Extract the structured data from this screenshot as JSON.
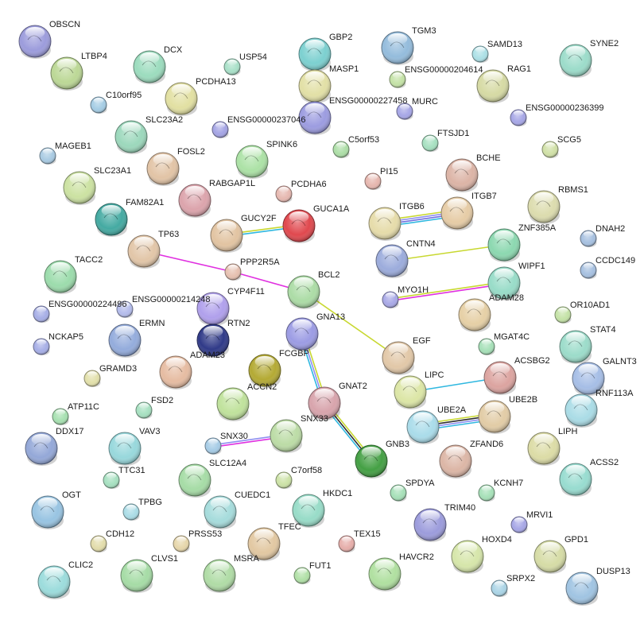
{
  "title": "Protein interaction network",
  "edge_colors": {
    "coexpression": "#c8d830",
    "database": "#30b8e0",
    "experiments": "#e030e0",
    "textmining": "#9090f0",
    "homology": "#303030"
  },
  "nodes": [
    {
      "label": "OBSCN",
      "color": "#9c9cdc"
    },
    {
      "label": "LTBP4",
      "color": "#bcd896"
    },
    {
      "label": "DCX",
      "color": "#9cdcbe"
    },
    {
      "label": "USP54",
      "color": "#a8e0c8"
    },
    {
      "label": "PCDHA13",
      "color": "#e2e0a2"
    },
    {
      "label": "C10orf95",
      "color": "#a4cce4"
    },
    {
      "label": "SLC23A2",
      "color": "#9cd8bc"
    },
    {
      "label": "ENSG00000237046",
      "color": "#a4a4e4"
    },
    {
      "label": "MAGEB1",
      "color": "#a8cae2"
    },
    {
      "label": "FOSL2",
      "color": "#e2c4a6"
    },
    {
      "label": "SPINK6",
      "color": "#ace2a6"
    },
    {
      "label": "SLC23A1",
      "color": "#cce2a2"
    },
    {
      "label": "RABGAP1L",
      "color": "#dca4ac"
    },
    {
      "label": "PCDHA6",
      "color": "#e6b8b0"
    },
    {
      "label": "FAM82A1",
      "color": "#44aaa2"
    },
    {
      "label": "GUCY2F",
      "color": "#e2c4a2"
    },
    {
      "label": "GUCA1A",
      "color": "#e0484e"
    },
    {
      "label": "TP63",
      "color": "#e2c6a8"
    },
    {
      "label": "PPP2R5A",
      "color": "#e6c0b0"
    },
    {
      "label": "TACC2",
      "color": "#9cdcac"
    },
    {
      "label": "BCL2",
      "color": "#acdca6"
    },
    {
      "label": "CYP4F11",
      "color": "#b0a0ec"
    },
    {
      "label": "ENSG00000224496",
      "color": "#a6aee6"
    },
    {
      "label": "ENSG00000214248",
      "color": "#b4bcec"
    },
    {
      "label": "ERMN",
      "color": "#94acdc"
    },
    {
      "label": "RTN2",
      "color": "#303a88"
    },
    {
      "label": "NCKAP5",
      "color": "#a6aee6"
    },
    {
      "label": "GNA13",
      "color": "#9c9ce4"
    },
    {
      "label": "ADAM23",
      "color": "#e6bca2"
    },
    {
      "label": "FCGBP",
      "color": "#b4aa34"
    },
    {
      "label": "ACCN2",
      "color": "#c0e29c"
    },
    {
      "label": "GBP2",
      "color": "#7cd0d0"
    },
    {
      "label": "MASP1",
      "color": "#e2e0a6"
    },
    {
      "label": "ENSG00000227458",
      "color": "#9c9ce0"
    },
    {
      "label": "TGM3",
      "color": "#94bcdc"
    },
    {
      "label": "SAMD13",
      "color": "#ace0e6"
    },
    {
      "label": "SYNE2",
      "color": "#9cdcca"
    },
    {
      "label": "ENSG00000204614",
      "color": "#c4e2a6"
    },
    {
      "label": "RAG1",
      "color": "#d6daa4"
    },
    {
      "label": "MURC",
      "color": "#a6a6e6"
    },
    {
      "label": "ENSG00000236399",
      "color": "#a6a6e6"
    },
    {
      "label": "C5orf53",
      "color": "#acdea6"
    },
    {
      "label": "FTSJD1",
      "color": "#a6e0c0"
    },
    {
      "label": "SCG5",
      "color": "#d0e0a6"
    },
    {
      "label": "BCHE",
      "color": "#dcb4a6"
    },
    {
      "label": "PI15",
      "color": "#e6b6ae"
    },
    {
      "label": "ITGB6",
      "color": "#e6dcaa"
    },
    {
      "label": "ITGB7",
      "color": "#e6cca6"
    },
    {
      "label": "RBMS1",
      "color": "#dcdcae"
    },
    {
      "label": "ZNF385A",
      "color": "#8cd8b0"
    },
    {
      "label": "DNAH2",
      "color": "#a6c0e0"
    },
    {
      "label": "CNTN4",
      "color": "#9cacdc"
    },
    {
      "label": "CCDC149",
      "color": "#a6c0e0"
    },
    {
      "label": "WIPF1",
      "color": "#98dcc8"
    },
    {
      "label": "MYO1H",
      "color": "#a8a8e6"
    },
    {
      "label": "ADAM28",
      "color": "#e6d0a6"
    },
    {
      "label": "OR10AD1",
      "color": "#c4e2a6"
    },
    {
      "label": "EGF",
      "color": "#e2c8a8"
    },
    {
      "label": "MGAT4C",
      "color": "#a6e0b8"
    },
    {
      "label": "STAT4",
      "color": "#9cdcca"
    },
    {
      "label": "ACSBG2",
      "color": "#dca4a0"
    },
    {
      "label": "GALNT3",
      "color": "#a6bee6"
    },
    {
      "label": "LIPC",
      "color": "#dce6a6"
    },
    {
      "label": "GNAT2",
      "color": "#d8a4ac"
    },
    {
      "label": "RNF113A",
      "color": "#aadce6"
    },
    {
      "label": "UBE2B",
      "color": "#e2cca6"
    },
    {
      "label": "UBE2A",
      "color": "#aadcea"
    },
    {
      "label": "SNX33",
      "color": "#bcdca6"
    },
    {
      "label": "GNB3",
      "color": "#44a044"
    },
    {
      "label": "ZFAND6",
      "color": "#dcb6a6"
    },
    {
      "label": "LIPH",
      "color": "#dcdca6"
    },
    {
      "label": "SPDYA",
      "color": "#a6e0b8"
    },
    {
      "label": "KCNH7",
      "color": "#a6e0b8"
    },
    {
      "label": "ACSS2",
      "color": "#98dcd0"
    },
    {
      "label": "HKDC1",
      "color": "#98dcc8"
    },
    {
      "label": "TRIM40",
      "color": "#9c9cdc"
    },
    {
      "label": "MRVI1",
      "color": "#a6a6e6"
    },
    {
      "label": "TEX15",
      "color": "#e6aeaa"
    },
    {
      "label": "HOXD4",
      "color": "#d6e6aa"
    },
    {
      "label": "GPD1",
      "color": "#d6dca6"
    },
    {
      "label": "HAVCR2",
      "color": "#b0e0a0"
    },
    {
      "label": "SRPX2",
      "color": "#aad4e6"
    },
    {
      "label": "DUSP13",
      "color": "#a0c4e2"
    },
    {
      "label": "FUT1",
      "color": "#b0e0a6"
    },
    {
      "label": "GRAMD3",
      "color": "#e2e0aa"
    },
    {
      "label": "FSD2",
      "color": "#a6e0c0"
    },
    {
      "label": "ATP11C",
      "color": "#a6e0b0"
    },
    {
      "label": "DDX17",
      "color": "#94a8d8"
    },
    {
      "label": "VAV3",
      "color": "#98d8dc"
    },
    {
      "label": "SNX30",
      "color": "#a6cce6"
    },
    {
      "label": "SLC12A4",
      "color": "#a6dca6"
    },
    {
      "label": "TTC31",
      "color": "#a6e0c0"
    },
    {
      "label": "C7orf58",
      "color": "#cce2a6"
    },
    {
      "label": "OGT",
      "color": "#98c4e2"
    },
    {
      "label": "TPBG",
      "color": "#aadce6"
    },
    {
      "label": "CUEDC1",
      "color": "#a6dcdc"
    },
    {
      "label": "CDH12",
      "color": "#e2dcaa"
    },
    {
      "label": "PRSS53",
      "color": "#e6d6aa"
    },
    {
      "label": "TFEC",
      "color": "#e2c8a2"
    },
    {
      "label": "CLVS1",
      "color": "#a6dca6"
    },
    {
      "label": "MSRA",
      "color": "#b0dca6"
    },
    {
      "label": "CLIC2",
      "color": "#9cdcdc"
    }
  ],
  "edges": [
    {
      "from": "GUCY2F",
      "to": "GUCA1A",
      "colors": [
        "#c8d830",
        "#30b8e0"
      ]
    },
    {
      "from": "TP63",
      "to": "PPP2R5A",
      "colors": [
        "#e030e0"
      ]
    },
    {
      "from": "PPP2R5A",
      "to": "BCL2",
      "colors": [
        "#e030e0"
      ]
    },
    {
      "from": "BCL2",
      "to": "EGF",
      "colors": [
        "#c8d830"
      ]
    },
    {
      "from": "ITGB6",
      "to": "ITGB7",
      "colors": [
        "#c8d830",
        "#9090f0",
        "#7070e0",
        "#30b8e0"
      ]
    },
    {
      "from": "CNTN4",
      "to": "ZNF385A",
      "colors": [
        "#c8d830"
      ]
    },
    {
      "from": "MYO1H",
      "to": "WIPF1",
      "colors": [
        "#c8d830",
        "#e030e0"
      ]
    },
    {
      "from": "GNA13",
      "to": "GNAT2",
      "colors": [
        "#c8d830",
        "#9090f0",
        "#30b8e0"
      ]
    },
    {
      "from": "GNAT2",
      "to": "GNB3",
      "colors": [
        "#c8d830",
        "#303030",
        "#30b8e0"
      ]
    },
    {
      "from": "LIPC",
      "to": "ACSBG2",
      "colors": [
        "#30b8e0"
      ]
    },
    {
      "from": "UBE2A",
      "to": "UBE2B",
      "colors": [
        "#c8d830",
        "#303030",
        "#9090f0",
        "#30b8e0"
      ]
    },
    {
      "from": "SNX30",
      "to": "SNX33",
      "colors": [
        "#9090f0",
        "#e030e0"
      ]
    }
  ]
}
